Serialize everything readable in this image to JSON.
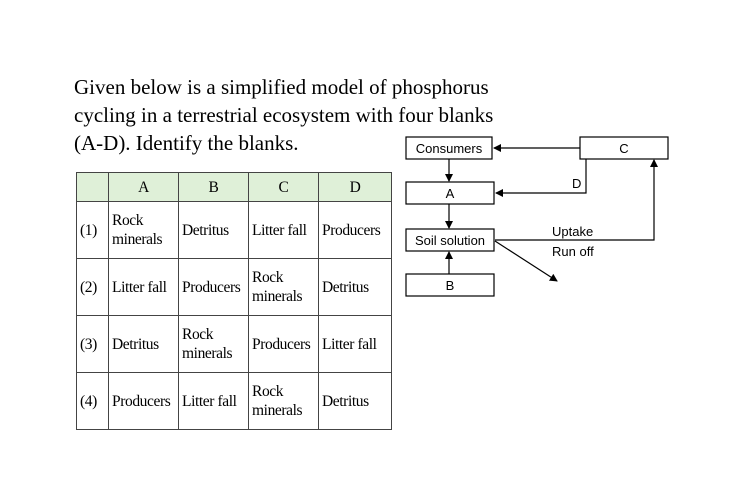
{
  "question": {
    "line1": "Given below is a simplified model of phosphorus",
    "line2": "cycling in a terrestrial ecosystem with four blanks",
    "line3": "(A-D). Identify the blanks."
  },
  "table": {
    "headers": [
      "",
      "A",
      "B",
      "C",
      "D"
    ],
    "rows": [
      {
        "num": "(1)",
        "a": [
          "Rock",
          "minerals"
        ],
        "b": [
          "Detritus"
        ],
        "c": [
          "Litter fall"
        ],
        "d": [
          "Producers"
        ]
      },
      {
        "num": "(2)",
        "a": [
          "Litter fall"
        ],
        "b": [
          "Producers"
        ],
        "c": [
          "Rock",
          "minerals"
        ],
        "d": [
          "Detritus"
        ]
      },
      {
        "num": "(3)",
        "a": [
          "Detritus"
        ],
        "b": [
          "Rock",
          "minerals"
        ],
        "c": [
          "Producers"
        ],
        "d": [
          "Litter fall"
        ]
      },
      {
        "num": "(4)",
        "a": [
          "Producers"
        ],
        "b": [
          "Litter fall"
        ],
        "c": [
          "Rock",
          "minerals"
        ],
        "d": [
          "Detritus"
        ]
      }
    ]
  },
  "diagram": {
    "consumers": "Consumers",
    "c": "C",
    "a": "A",
    "d": "D",
    "soil_solution": "Soil solution",
    "b": "B",
    "uptake": "Uptake",
    "run_off": "Run off"
  }
}
